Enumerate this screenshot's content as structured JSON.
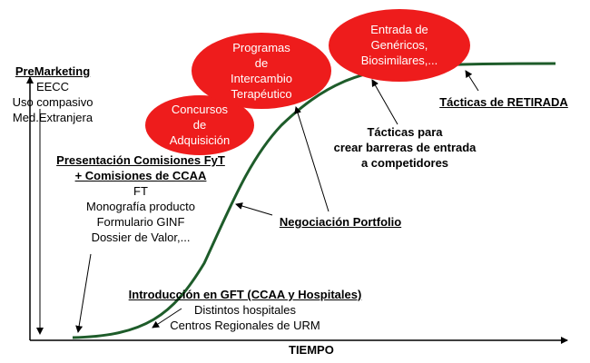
{
  "axis": {
    "x_label": "TIEMPO"
  },
  "premarketing": {
    "title": "PreMarketing",
    "lines": [
      "EECC",
      "Uso compasivo",
      "Med.Extranjera"
    ]
  },
  "presentacion": {
    "title_lines": [
      "Presentación Comisiones FyT",
      "+ Comisiones de CCAA"
    ],
    "lines": [
      "FT",
      "Monografía producto",
      "Formulario GINF",
      "Dossier de Valor,..."
    ]
  },
  "introduccion": {
    "title": "Introducción en GFT (CCAA y Hospitales)",
    "lines": [
      "Distintos hospitales",
      "Centros Regionales de URM"
    ]
  },
  "negociacion": {
    "label": "Negociación Portfolio"
  },
  "barreras": {
    "lines": [
      "Tácticas para",
      "crear barreras de entrada",
      "a competidores"
    ]
  },
  "retirada": {
    "label": "Tácticas de RETIRADA"
  },
  "ovals": {
    "concursos": [
      "Concursos",
      "de",
      "Adquisición"
    ],
    "programas": [
      "Programas",
      "de",
      "Intercambio",
      "Terapéutico"
    ],
    "entrada": [
      "Entrada de",
      "Genéricos,",
      "Biosimilares,..."
    ]
  },
  "colors": {
    "oval": "#ee1c1c",
    "curve": "#1e5c2a",
    "axis": "#000000"
  }
}
